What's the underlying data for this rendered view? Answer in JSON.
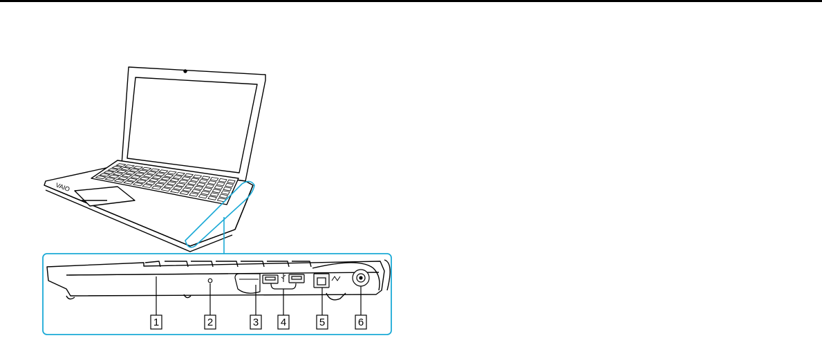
{
  "callouts": [
    {
      "id": "1",
      "label": "1"
    },
    {
      "id": "2",
      "label": "2"
    },
    {
      "id": "3",
      "label": "3"
    },
    {
      "id": "4",
      "label": "4"
    },
    {
      "id": "5",
      "label": "5"
    },
    {
      "id": "6",
      "label": "6"
    }
  ],
  "colors": {
    "line": "#000000",
    "highlight": "#1aa9d6",
    "body": "#ffffff",
    "port_fill": "#f2f2f2"
  },
  "icons": [
    "laptop-illustration",
    "usb-icon",
    "ethernet-icon",
    "dc-in-icon"
  ]
}
